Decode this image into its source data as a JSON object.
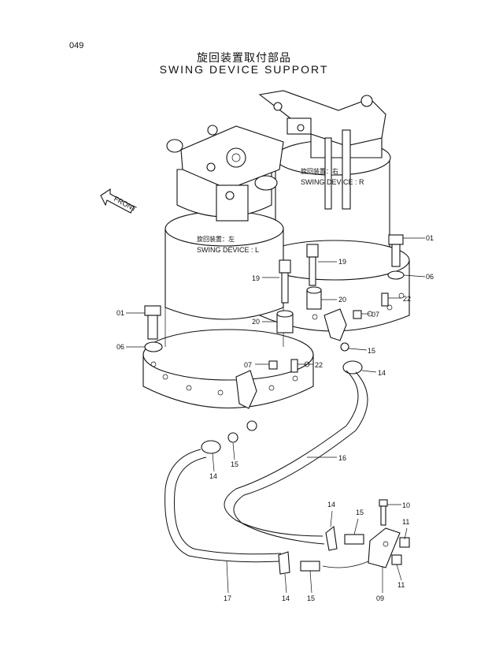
{
  "page_number": "049",
  "title_jp": "旋回装置取付部品",
  "title_en": "SWING DEVICE SUPPORT",
  "front_label": "FRONT",
  "device_right": {
    "jp": "旋回装置：右",
    "en": "SWING DEVICE : R"
  },
  "device_left": {
    "jp": "旋回装置：左",
    "en": "SWING DEVICE : L"
  },
  "callouts": {
    "c01_right": "01",
    "c01_left": "01",
    "c06_right": "06",
    "c06_left": "06",
    "c19_upper": "19",
    "c19_lower": "19",
    "c20_upper": "20",
    "c20_lower": "20",
    "c22_upper": "22",
    "c22_lower": "22",
    "c07_upper": "07",
    "c07_lower": "07",
    "c15_upper": "15",
    "c15_left": "15",
    "c15_bottom": "15",
    "c15_right": "15",
    "c14_upper": "14",
    "c14_left": "14",
    "c14_bottom": "14",
    "c14_right": "14",
    "c16": "16",
    "c17": "17",
    "c10": "10",
    "c11_upper": "11",
    "c11_lower": "11",
    "c09": "09"
  }
}
